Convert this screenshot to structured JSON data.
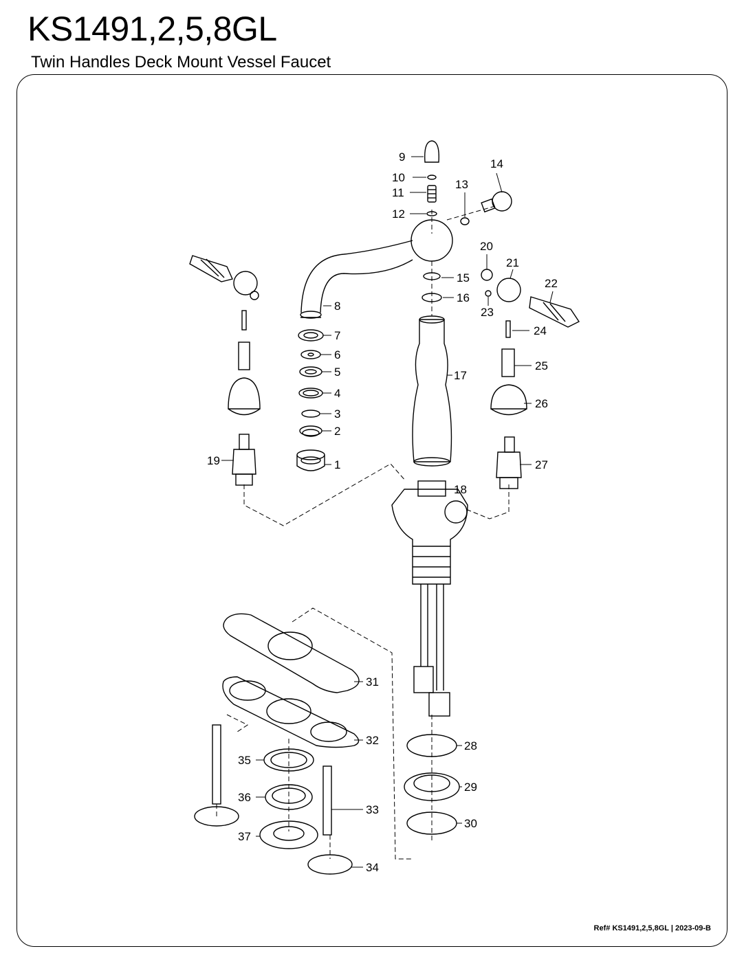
{
  "header": {
    "model": "KS1491,2,5,8GL",
    "description": "Twin Handles Deck Mount Vessel Faucet"
  },
  "footer": {
    "ref_prefix": "Ref#",
    "ref_model": "KS1491,2,5,8GL",
    "separator": "|",
    "ref_date": "2023-09-B"
  },
  "callouts": {
    "c1": "1",
    "c2": "2",
    "c3": "3",
    "c4": "4",
    "c5": "5",
    "c6": "6",
    "c7": "7",
    "c8": "8",
    "c9": "9",
    "c10": "10",
    "c11": "11",
    "c12": "12",
    "c13": "13",
    "c14": "14",
    "c15": "15",
    "c16": "16",
    "c17": "17",
    "c18": "18",
    "c19": "19",
    "c20": "20",
    "c21": "21",
    "c22": "22",
    "c23": "23",
    "c24": "24",
    "c25": "25",
    "c26": "26",
    "c27": "27",
    "c28": "28",
    "c29": "29",
    "c30": "30",
    "c31": "31",
    "c32": "32",
    "c33": "33",
    "c34": "34",
    "c35": "35",
    "c36": "36",
    "c37": "37"
  }
}
